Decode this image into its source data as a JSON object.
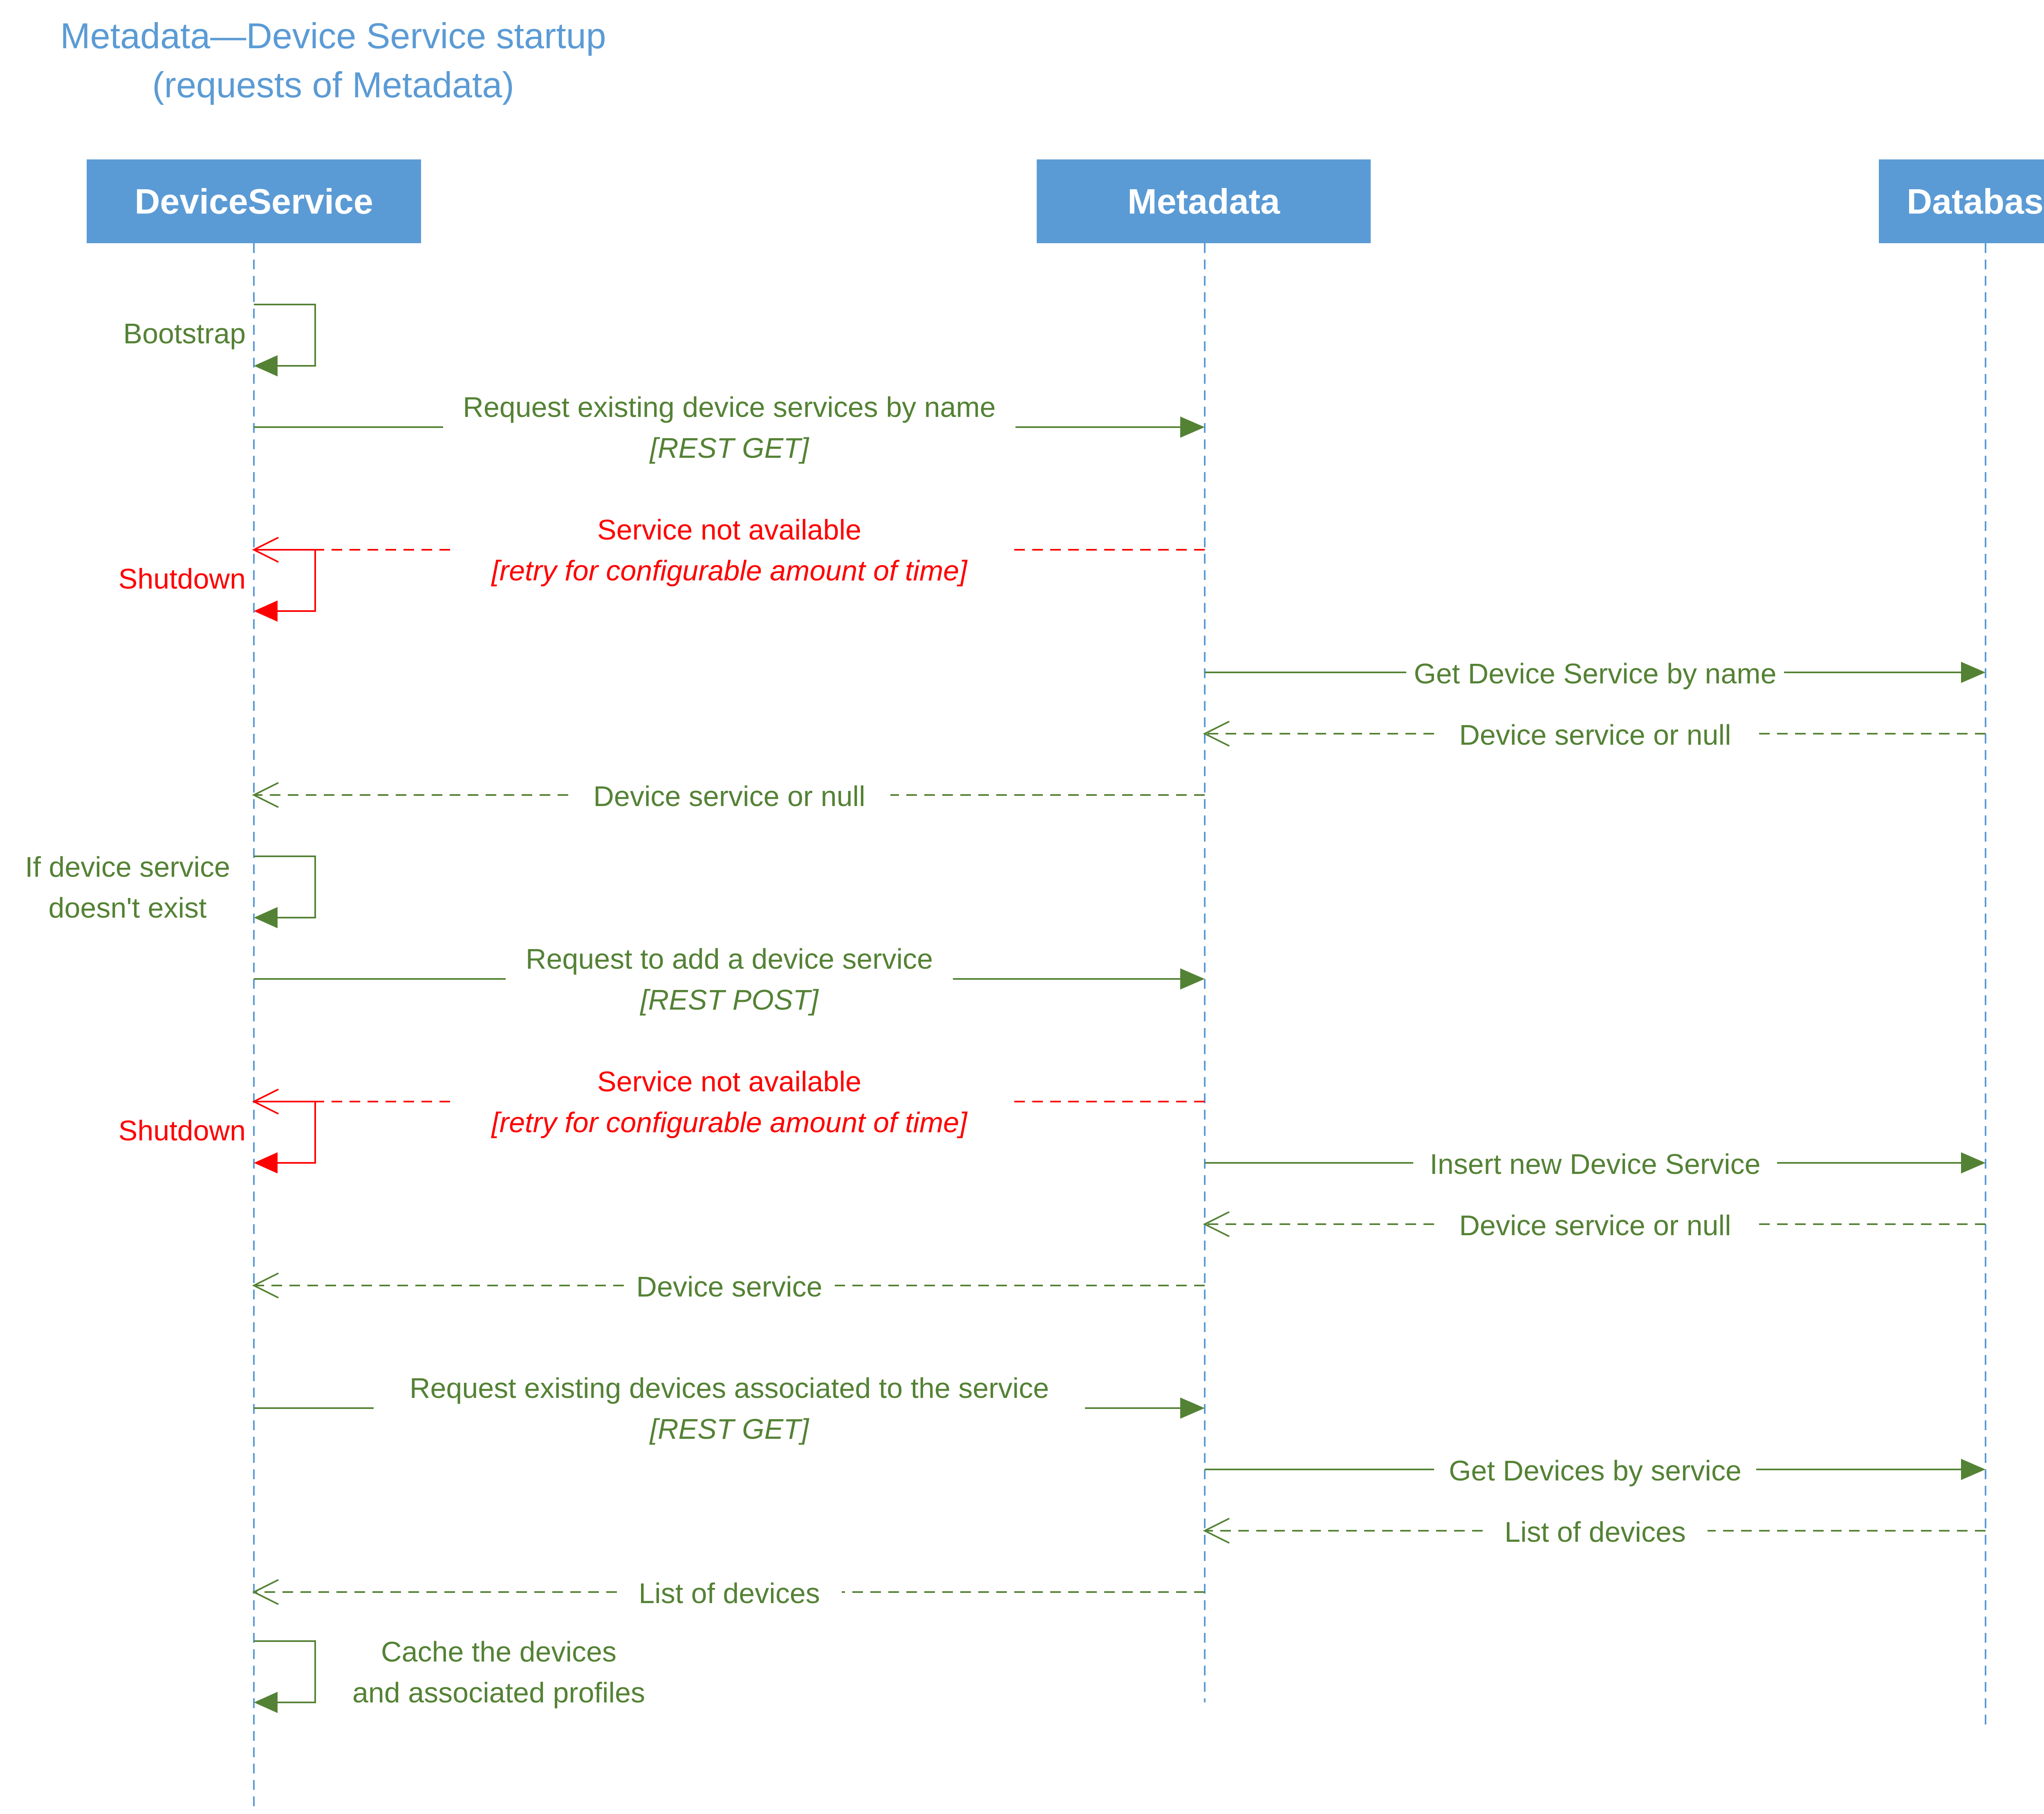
{
  "title": {
    "line1": "Metadata—Device Service startup",
    "line2": "(requests of Metadata)"
  },
  "participants": [
    {
      "id": "ds",
      "name": "DeviceService"
    },
    {
      "id": "md",
      "name": "Metadata"
    },
    {
      "id": "db",
      "name": "Database"
    }
  ],
  "colors": {
    "lifeline": "#5b9bd5",
    "header_fill": "#5b9bd5",
    "message": "#548235",
    "error": "#ff0000"
  },
  "messages": [
    {
      "kind": "self",
      "at": "ds",
      "label": [
        "Bootstrap"
      ],
      "color": "message"
    },
    {
      "kind": "sync",
      "from": "ds",
      "to": "md",
      "label": [
        "Request existing device services by name",
        "[REST GET]"
      ],
      "color": "message"
    },
    {
      "kind": "return",
      "from": "md",
      "to": "ds",
      "label": [
        "Service not available",
        "[retry for configurable amount of time]"
      ],
      "color": "error"
    },
    {
      "kind": "self",
      "at": "ds",
      "label": [
        "Shutdown"
      ],
      "color": "error"
    },
    {
      "kind": "sync",
      "from": "md",
      "to": "db",
      "label": [
        "Get Device Service by name"
      ],
      "color": "message"
    },
    {
      "kind": "return",
      "from": "db",
      "to": "md",
      "label": [
        "Device service or null"
      ],
      "color": "message"
    },
    {
      "kind": "return",
      "from": "md",
      "to": "ds",
      "label": [
        "Device service or null"
      ],
      "color": "message"
    },
    {
      "kind": "self",
      "at": "ds",
      "label": [
        "If device service",
        "doesn't exist"
      ],
      "color": "message"
    },
    {
      "kind": "sync",
      "from": "ds",
      "to": "md",
      "label": [
        "Request to add a device service",
        "[REST POST]"
      ],
      "color": "message"
    },
    {
      "kind": "return",
      "from": "md",
      "to": "ds",
      "label": [
        "Service not available",
        "[retry for configurable amount of time]"
      ],
      "color": "error"
    },
    {
      "kind": "self",
      "at": "ds",
      "label": [
        "Shutdown"
      ],
      "color": "error"
    },
    {
      "kind": "sync",
      "from": "md",
      "to": "db",
      "label": [
        "Insert new Device Service"
      ],
      "color": "message"
    },
    {
      "kind": "return",
      "from": "db",
      "to": "md",
      "label": [
        "Device service or null"
      ],
      "color": "message"
    },
    {
      "kind": "return",
      "from": "md",
      "to": "ds",
      "label": [
        "Device service"
      ],
      "color": "message"
    },
    {
      "kind": "sync",
      "from": "ds",
      "to": "md",
      "label": [
        "Request existing devices associated to the service",
        "[REST GET]"
      ],
      "color": "message"
    },
    {
      "kind": "sync",
      "from": "md",
      "to": "db",
      "label": [
        "Get Devices by service"
      ],
      "color": "message"
    },
    {
      "kind": "return",
      "from": "db",
      "to": "md",
      "label": [
        "List of devices"
      ],
      "color": "message"
    },
    {
      "kind": "return",
      "from": "md",
      "to": "ds",
      "label": [
        "List of devices"
      ],
      "color": "message"
    },
    {
      "kind": "self",
      "at": "ds",
      "label": [
        "Cache the devices",
        "and associated profiles"
      ],
      "color": "message"
    }
  ]
}
